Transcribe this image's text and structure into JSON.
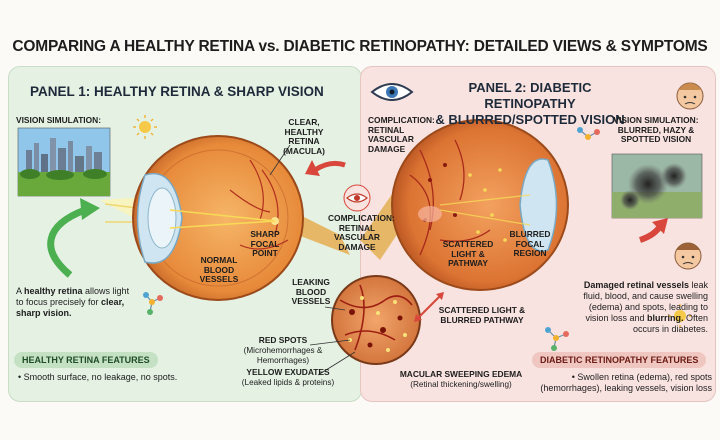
{
  "title": "COMPARING A HEALTHY RETINA vs. DIABETIC RETINOPATHY: DETAILED VIEWS & SYMPTOMS",
  "panel1": {
    "heading": "PANEL 1: HEALTHY RETINA & SHARP VISION",
    "vision_label": "VISION SIMULATION:",
    "clear_retina": "CLEAR, HEALTHY RETINA (MACULA)",
    "sharp_focal": "SHARP FOCAL POINT",
    "normal_vessels": "NORMAL BLOOD VESSELS",
    "desc_a": "A ",
    "desc_b": "healthy retina",
    "desc_c": " allows light to focus precisely for ",
    "desc_d": "clear, sharp vision.",
    "features_title": "HEALTHY RETINA FEATURES",
    "features_text": "• Smooth surface, no leakage, no spots."
  },
  "panel2": {
    "heading_line1": "PANEL 2: DIABETIC RETINOPATHY",
    "heading_line2": "& BLURRED/SPOTTED VISION",
    "complication_top": "COMPLICATION: RETINAL VASCULAR DAMAGE",
    "vision_label": "VISION SIMULATION: BLURRED, HAZY & SPOTTED VISION",
    "scattered": "SCATTERED LIGHT & PATHWAY",
    "blurred_focal": "BLURRED FOCAL REGION",
    "desc_a": "Damaged retinal vessels",
    "desc_b": " leak fluid, blood, and cause swelling (edema) and spots, leading to vision loss and ",
    "desc_c": "blurring.",
    "desc_d": " Often occurs in diabetes.",
    "features_title": "DIABETIC RETINOPATHY FEATURES",
    "features_text": "• Swollen retina (edema), red spots (hemorrhages), leaking vessels, vision loss"
  },
  "center": {
    "complication": "COMPLICATION: RETINAL VASCULAR DAMAGE",
    "leaking": "LEAKING BLOOD VESSELS",
    "red_spots": "RED SPOTS",
    "red_spots_sub": "(Microhemorrhages & Hemorrhages)",
    "yellow": "YELLOW EXUDATES",
    "yellow_sub": "(Leaked lipids & proteins)",
    "scattered_blurred": "SCATTERED LIGHT & BLURRED PATHWAY",
    "edema": "MACULAR SWEEPING EDEMA",
    "edema_sub": "(Retinal thickening/swelling)"
  },
  "colors": {
    "healthy_bg": "#e4f1e3",
    "disease_bg": "#f8e3e0",
    "arrow_green": "#4caf50",
    "arrow_red": "#d9463b",
    "eye_orange": "#e78a3a"
  }
}
